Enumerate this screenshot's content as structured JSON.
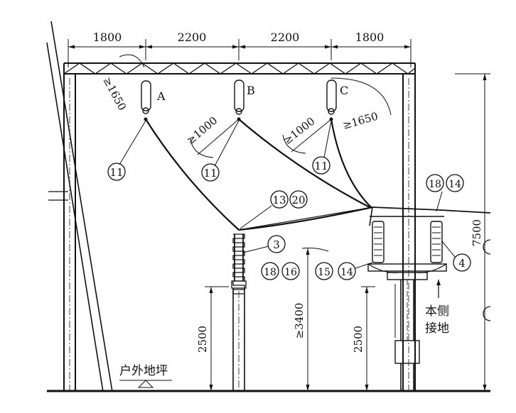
{
  "dimensions": {
    "span_1": "1800",
    "span_2": "2200",
    "span_3": "2200",
    "span_4": "1800",
    "height_total": "7500",
    "height_left_post": "2500",
    "height_arrester": "≥3400",
    "height_right_post": "2500"
  },
  "clearances": {
    "a_left": "≥1650",
    "b_left": "≥1000",
    "c_left": "≥1000",
    "c_right": "≥1650"
  },
  "phases": {
    "a": "A",
    "b": "B",
    "c": "C"
  },
  "callouts": {
    "insulator_a": "11",
    "insulator_b": "11",
    "insulator_c": "11",
    "junction_1": "13",
    "junction_2": "20",
    "arrester": "3",
    "base_1": "18",
    "base_2": "16",
    "base_3": "15",
    "base_4": "14",
    "top_right_1": "18",
    "top_right_2": "14",
    "right_device": "4"
  },
  "labels": {
    "ground": "户外地坪",
    "local_ground_1": "本侧",
    "local_ground_2": "接地"
  }
}
